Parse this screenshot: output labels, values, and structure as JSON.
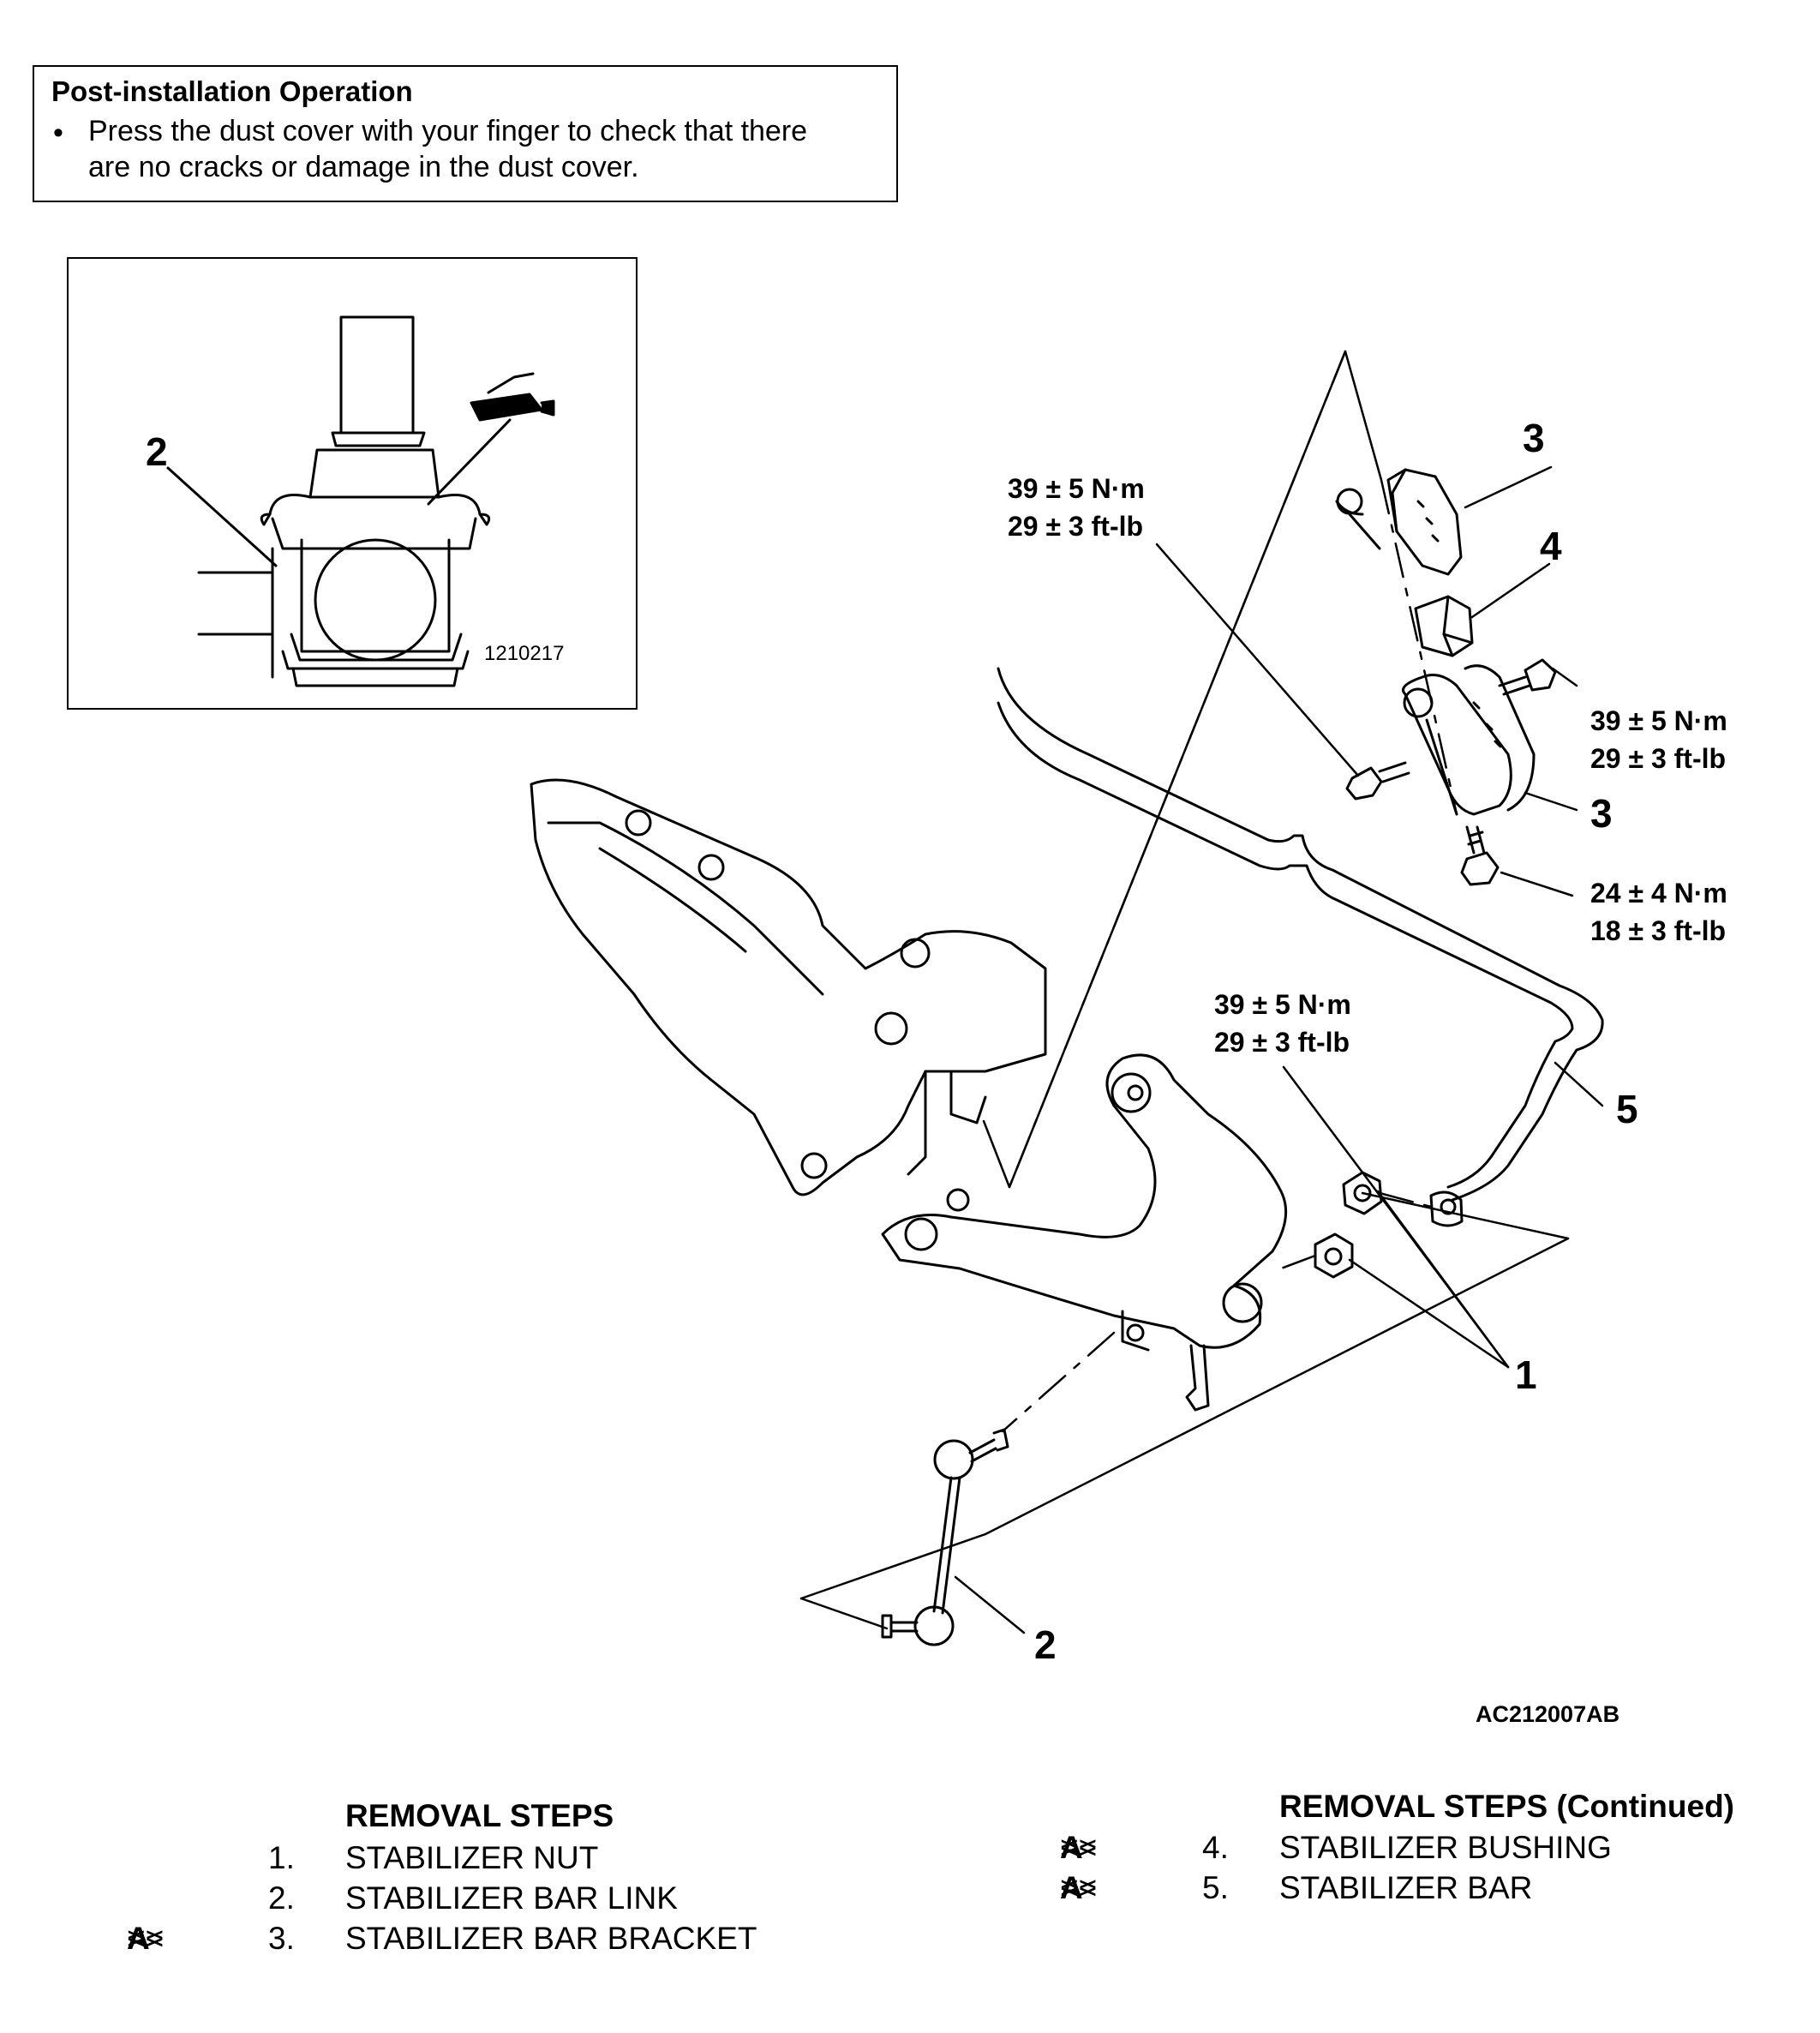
{
  "note": {
    "title": "Post-installation Operation",
    "bullet": "•",
    "line1": "Press the dust cover with your finger to check that there",
    "line2": "are no cracks or damage in the dust cover."
  },
  "inset": {
    "callout": "2",
    "figure_code": "1210217"
  },
  "callouts": {
    "c1": "1",
    "c2": "2",
    "c3_top": "3",
    "c3_bottom": "3",
    "c4": "4",
    "c5": "5"
  },
  "torques": {
    "bracket_upper_nm": "39 ± 5 N·m",
    "bracket_upper_ftlb": "29 ± 3 ft-lb",
    "bracket_right_nm": "39 ± 5 N·m",
    "bracket_right_ftlb": "29 ± 3 ft-lb",
    "bolt_lower_nm": "24 ± 4 N·m",
    "bolt_lower_ftlb": "18 ± 3 ft-lb",
    "nut_nm": "39 ± 5 N·m",
    "nut_ftlb": "29 ± 3 ft-lb"
  },
  "figure_code": "AC212007AB",
  "removal_steps": {
    "title": "REMOVAL STEPS",
    "title_continued": "REMOVAL STEPS (Continued)",
    "left": [
      {
        "ref_pre": "",
        "ref_mid": "",
        "ref_post": "",
        "num": "1.",
        "label": "STABILIZER NUT"
      },
      {
        "ref_pre": "",
        "ref_mid": "",
        "ref_post": "",
        "num": "2.",
        "label": "STABILIZER BAR LINK"
      },
      {
        "ref_pre": ">>",
        "ref_mid": "A",
        "ref_post": "<<",
        "num": "3.",
        "label": "STABILIZER BAR BRACKET"
      }
    ],
    "right": [
      {
        "ref_pre": ">>",
        "ref_mid": "A",
        "ref_post": "<<",
        "num": "4.",
        "label": "STABILIZER BUSHING"
      },
      {
        "ref_pre": ">>",
        "ref_mid": "A",
        "ref_post": "<<",
        "num": "5.",
        "label": "STABILIZER BAR"
      }
    ]
  }
}
